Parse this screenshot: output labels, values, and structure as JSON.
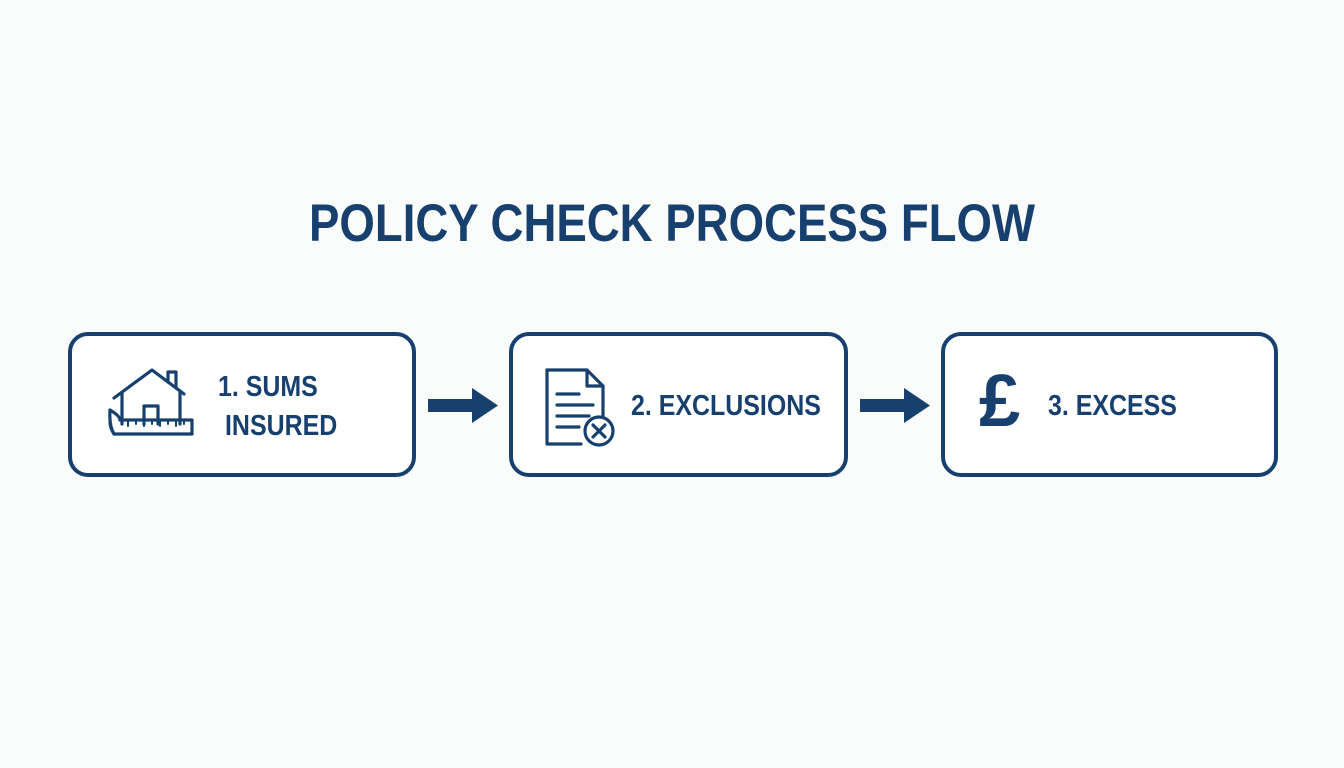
{
  "diagram": {
    "title": "POLICY CHECK PROCESS FLOW",
    "steps": [
      {
        "label_line1": "1. SUMS",
        "label_line2": "INSURED",
        "icon": "house-measure-icon"
      },
      {
        "label": "2. EXCLUSIONS",
        "icon": "document-x-icon"
      },
      {
        "label": "3. EXCESS",
        "icon": "pound-sign-icon",
        "symbol": "£"
      }
    ],
    "connector_icon": "arrow-right-icon"
  },
  "colors": {
    "primary": "#17406e",
    "background": "#fafbfb",
    "box_fill": "#ffffff"
  }
}
